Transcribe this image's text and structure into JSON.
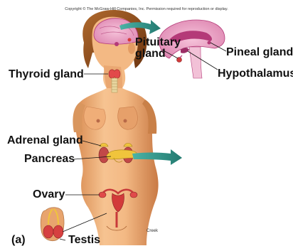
{
  "copyright": "Copyright © The McGraw-Hill Companies, Inc. Permission required for reproduction or display.",
  "labels": {
    "thyroid": "Thyroid gland",
    "pituitary_line1": "Pituitary",
    "pituitary_line2": "gland",
    "pineal": "Pineal gland",
    "hypothalamus": "Hypothalamus",
    "adrenal": "Adrenal gland",
    "pancreas": "Pancreas",
    "ovary": "Ovary",
    "testis": "Testis",
    "panel": "(a)"
  },
  "credit": "Creek",
  "colors": {
    "skin": "#f3b984",
    "skin_shadow": "#d98c52",
    "skin_dark": "#a8603a",
    "hair": "#8a4a1c",
    "brain_pink": "#efa9c8",
    "brain_dark": "#b43a78",
    "gland_yellow": "#f0c43c",
    "organ_red": "#d23a3a",
    "arrow_teal": "#2b8f83"
  },
  "icons": {
    "arrow_brain": "arrow-right-icon",
    "arrow_pancreas": "arrow-right-icon"
  }
}
